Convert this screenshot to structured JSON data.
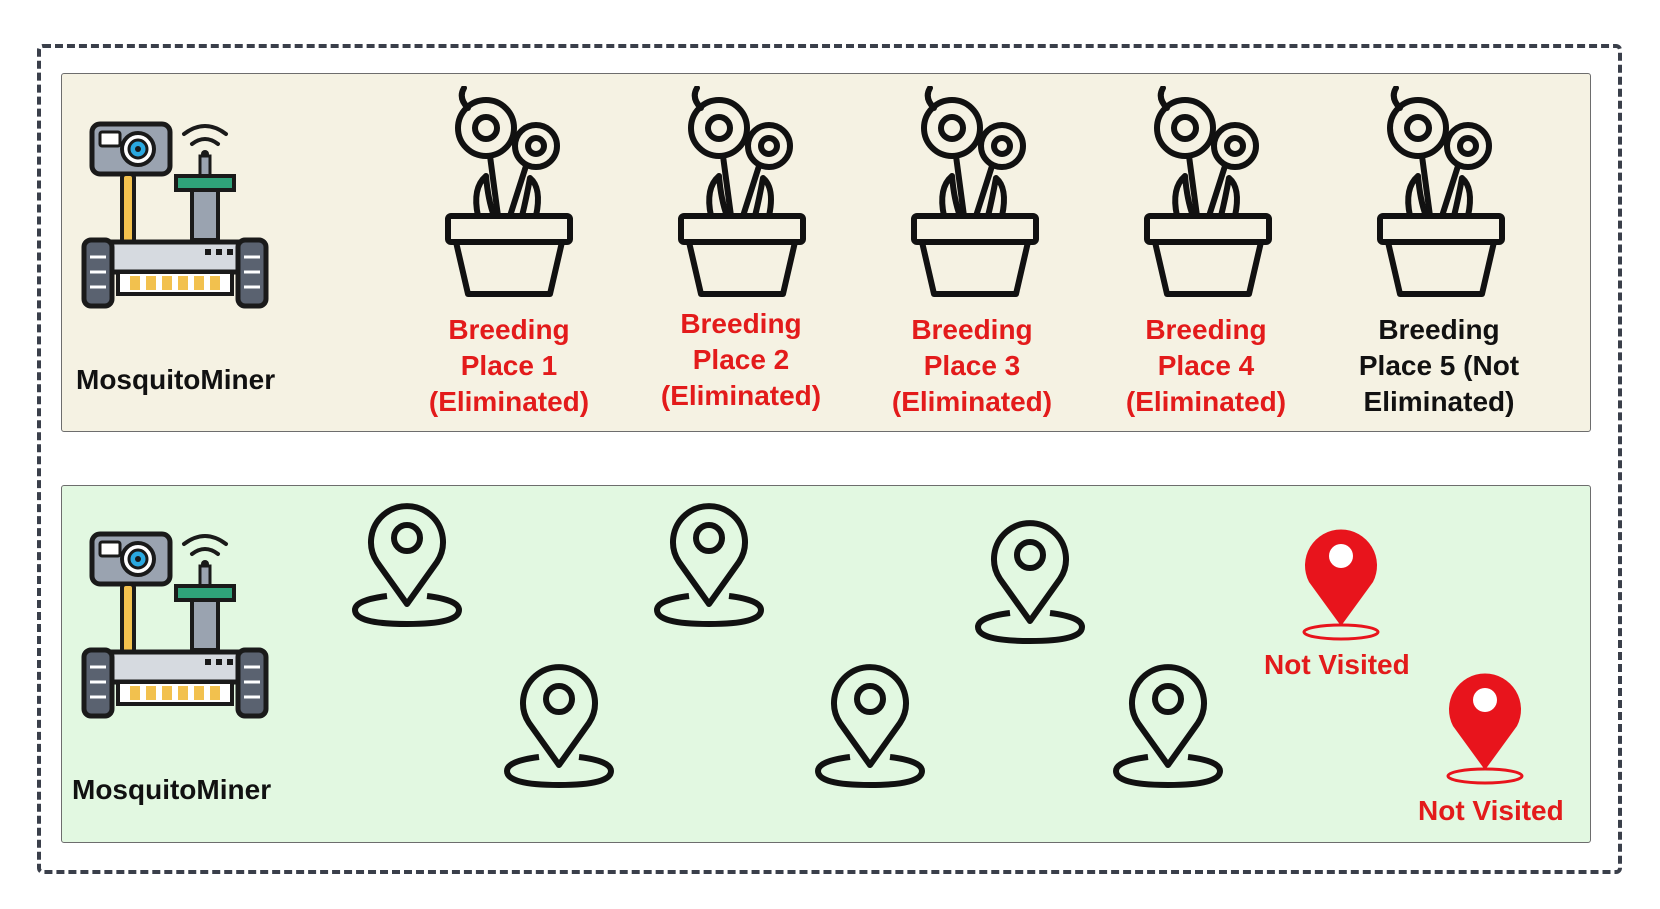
{
  "robot": {
    "label": "MosquitoMiner",
    "icon": "robot-rover-icon"
  },
  "breeding_places": [
    {
      "label": "Breeding\nPlace 1\n(Eliminated)",
      "eliminated": true
    },
    {
      "label": "Breeding\nPlace 2\n(Eliminated)",
      "eliminated": true
    },
    {
      "label": "Breeding\nPlace 3\n(Eliminated)",
      "eliminated": true
    },
    {
      "label": "Breeding\nPlace 4\n(Eliminated)",
      "eliminated": true
    },
    {
      "label": "Breeding\nPlace 5 (Not\nEliminated)",
      "eliminated": false
    }
  ],
  "locations": {
    "visited_count": 6,
    "not_visited": [
      {
        "label": "Not Visited"
      },
      {
        "label": "Not Visited"
      }
    ]
  },
  "colors": {
    "eliminated_text": "#e31b1b",
    "top_panel_bg": "#f5f2e3",
    "bottom_panel_bg": "#e2f8e1",
    "not_visited_pin": "#e8141c"
  }
}
